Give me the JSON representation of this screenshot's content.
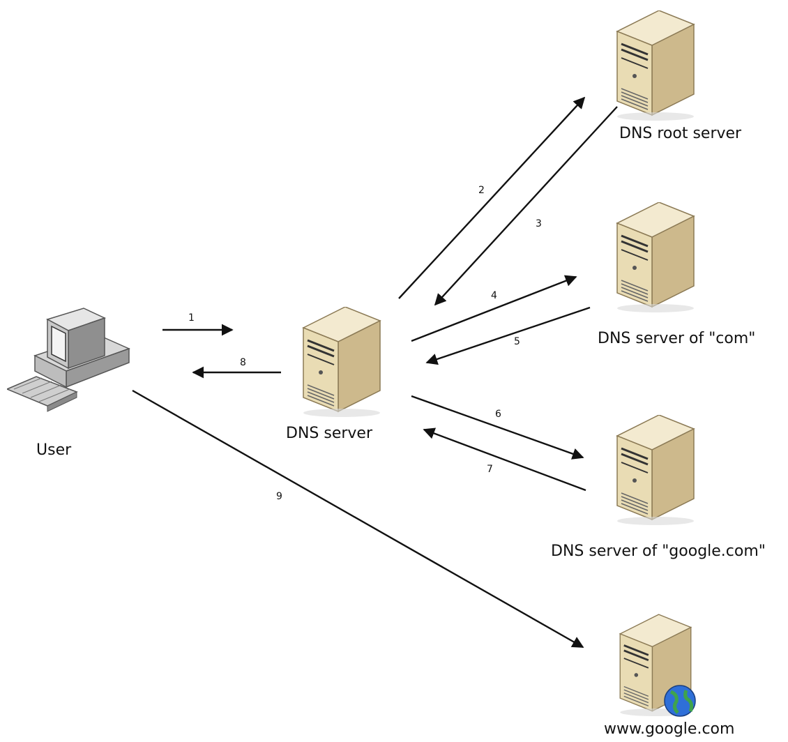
{
  "nodes": {
    "user": {
      "label": "User",
      "icon": "desktop-computer-icon"
    },
    "dns_server": {
      "label": "DNS server",
      "icon": "server-tower-icon"
    },
    "root_server": {
      "label": "DNS root server",
      "icon": "server-tower-icon"
    },
    "com_server": {
      "label": "DNS server of \"com\"",
      "icon": "server-tower-icon"
    },
    "google_dns": {
      "label": "DNS server of \"google.com\"",
      "icon": "server-tower-icon"
    },
    "google_web": {
      "label": "www.google.com",
      "icon": "web-server-globe-icon"
    }
  },
  "steps": [
    {
      "n": "1",
      "from": "user",
      "to": "dns_server"
    },
    {
      "n": "2",
      "from": "dns_server",
      "to": "root_server"
    },
    {
      "n": "3",
      "from": "root_server",
      "to": "dns_server"
    },
    {
      "n": "4",
      "from": "dns_server",
      "to": "com_server"
    },
    {
      "n": "5",
      "from": "com_server",
      "to": "dns_server"
    },
    {
      "n": "6",
      "from": "dns_server",
      "to": "google_dns"
    },
    {
      "n": "7",
      "from": "google_dns",
      "to": "dns_server"
    },
    {
      "n": "8",
      "from": "dns_server",
      "to": "user"
    },
    {
      "n": "9",
      "from": "user",
      "to": "google_web"
    }
  ],
  "colors": {
    "server_front": "#e9dcb4",
    "server_side": "#cdb98c",
    "server_top": "#f3ead0",
    "line": "#111111",
    "globe": "#2f6fd8"
  }
}
